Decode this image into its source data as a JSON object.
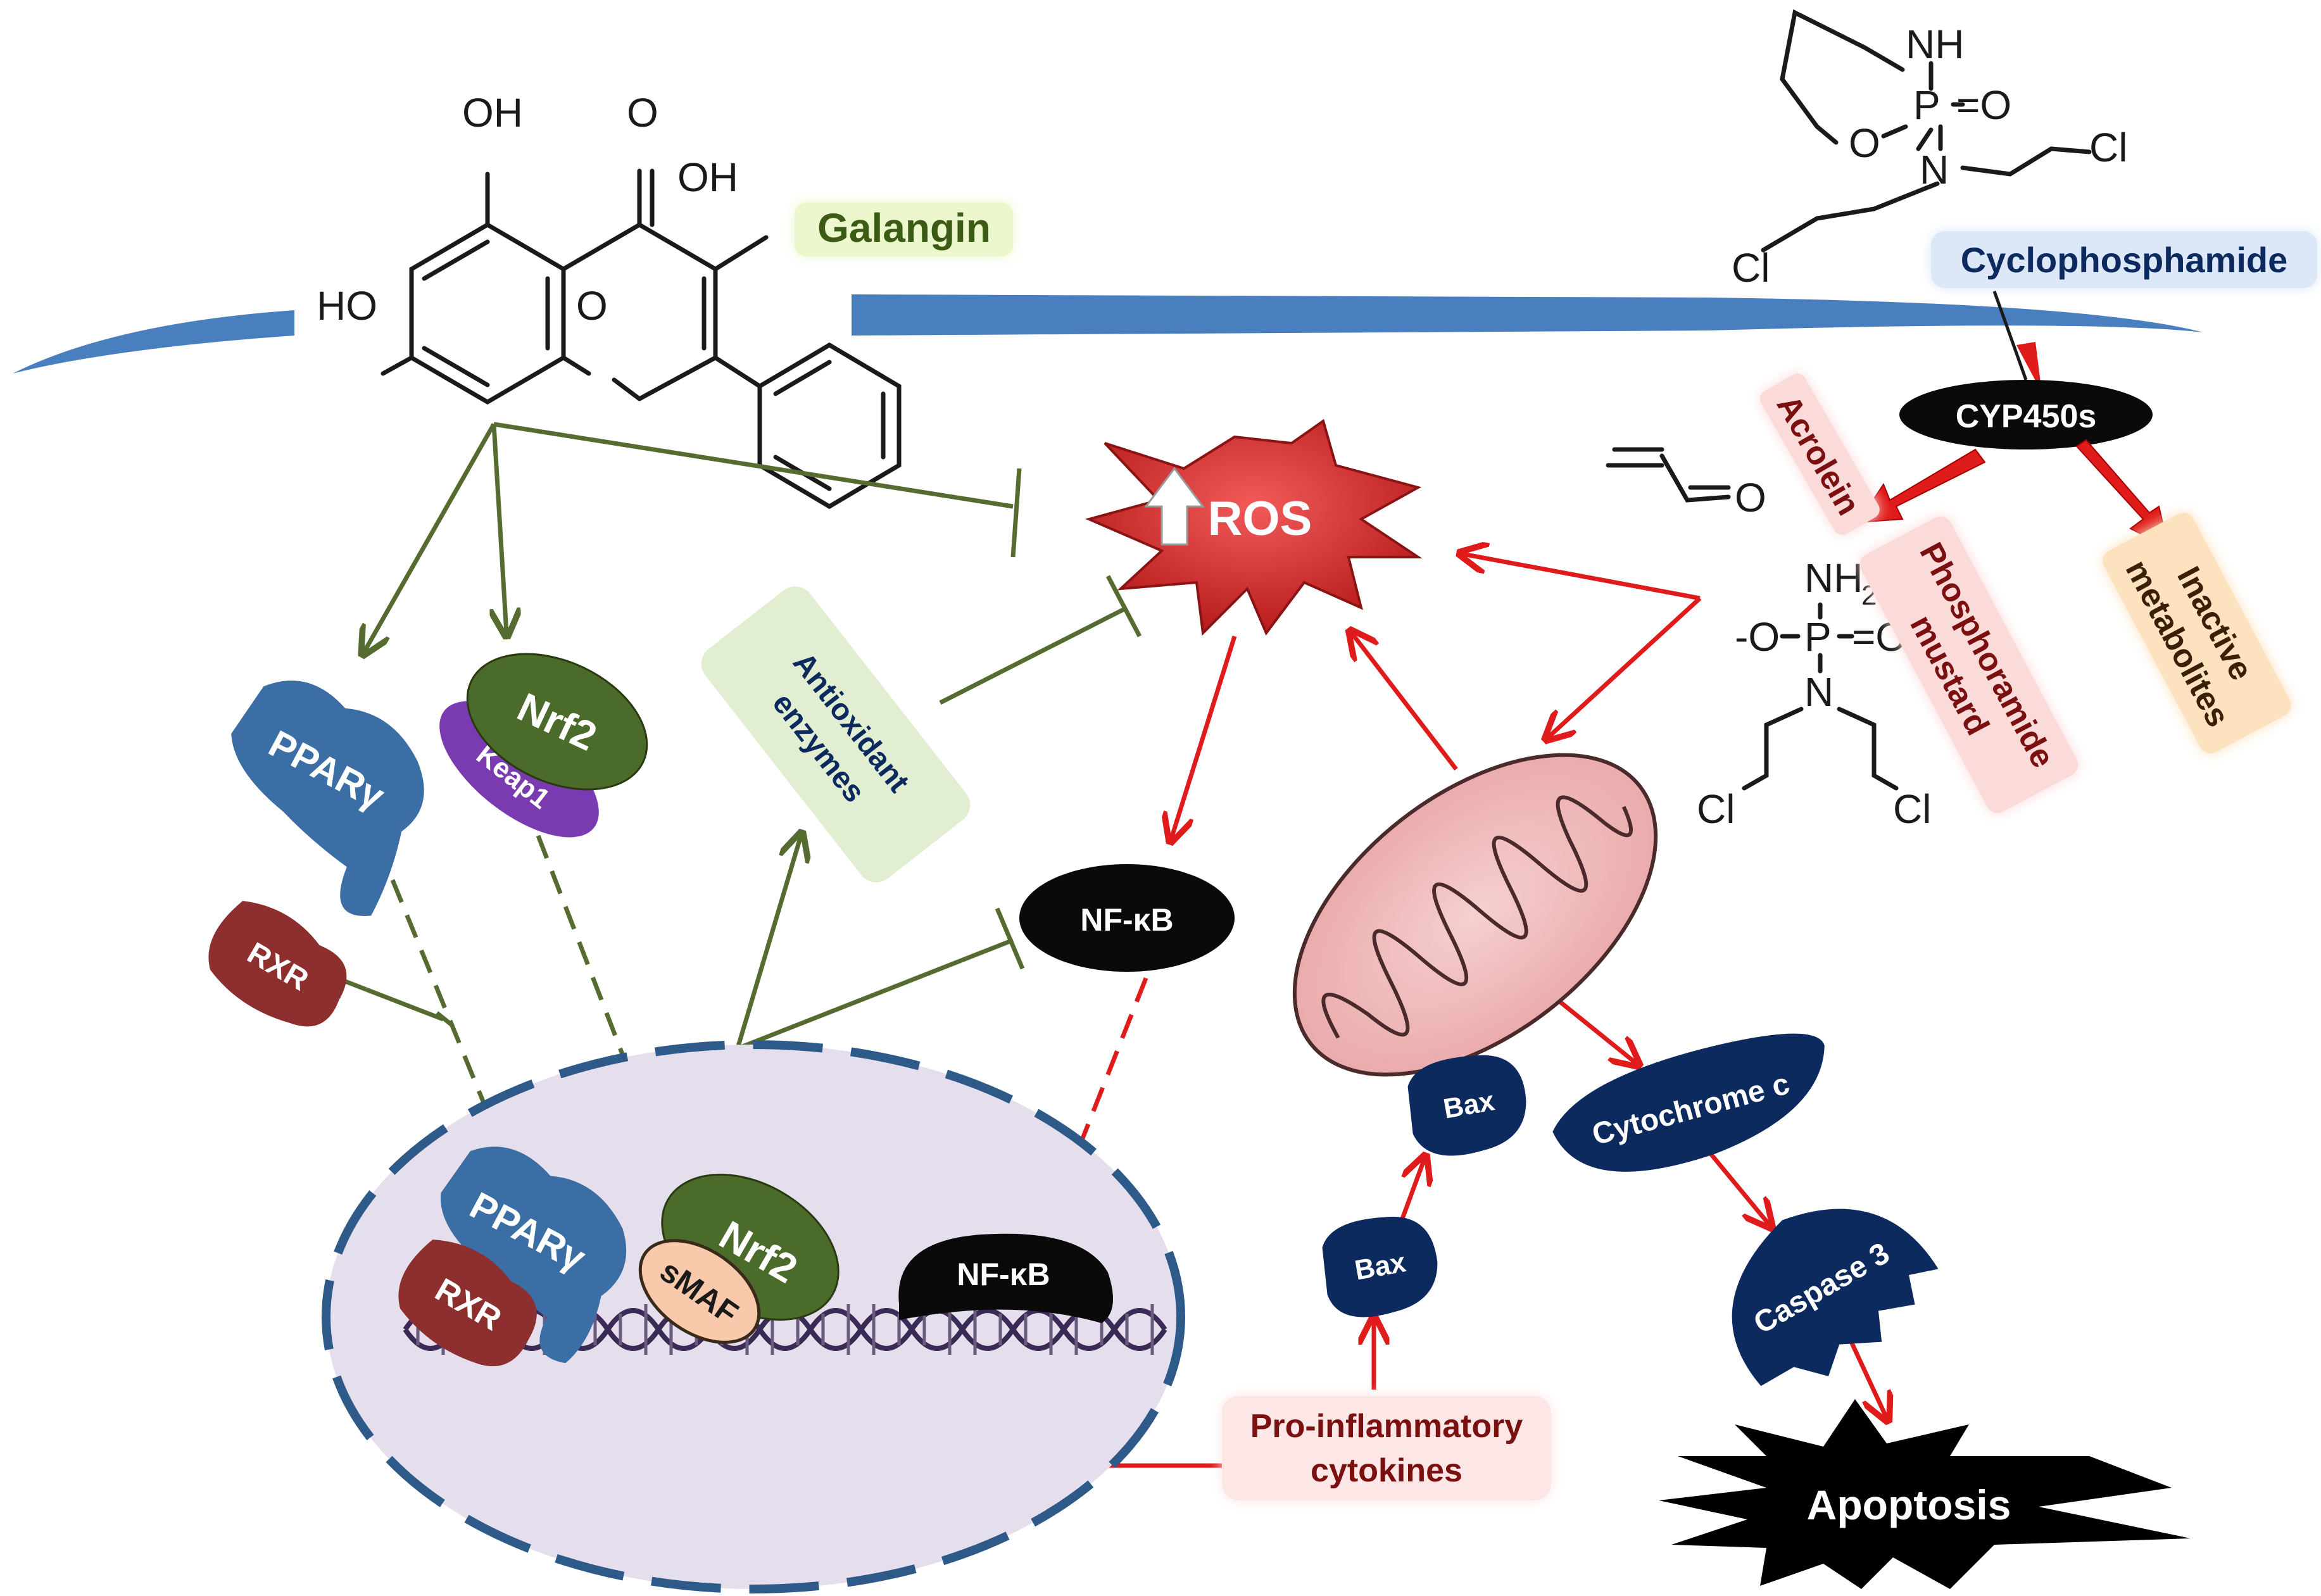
{
  "compounds": {
    "galangin": "Galangin",
    "cyclophosphamide": "Cyclophosphamide",
    "cyp450s": "CYP450s",
    "acrolein": "Acrolein",
    "inactive_line1": "Inactive",
    "inactive_line2": "metabolites",
    "phosphoramide_line1": "Phosphoramide",
    "phosphoramide_line2": "mustard"
  },
  "atoms": {
    "oh": "OH",
    "o": "O",
    "ho": "HO",
    "nh": "NH",
    "p": "P",
    "eq_o": "=O",
    "n": "N",
    "cl": "Cl",
    "nh2": "NH",
    "sub2": "2",
    "minus_o": "-O"
  },
  "cytoplasm": {
    "ros": "ROS",
    "antioxidant_line1": "Antioxidant",
    "antioxidant_line2": "enzymes",
    "nrf2": "Nrf2",
    "keap1": "Keap1",
    "ppar": "PPARγ",
    "rxr": "RXR",
    "nfkb": "NF-κB",
    "bax": "Bax",
    "cytochrome": "Cytochrome c",
    "caspase": "Caspase 3",
    "apoptosis": "Apoptosis",
    "cytokines_line1": "Pro-inflammatory",
    "cytokines_line2": "cytokines"
  },
  "nucleus": {
    "ppar": "PPARγ",
    "rxr": "RXR",
    "nrf2": "Nrf2",
    "smaf": "sMAF",
    "nfkb": "NF-κB"
  },
  "colors": {
    "membrane": "#4a7fbf",
    "inhibit": "#556b2f",
    "activate_red": "#e01b1b",
    "navy": "#0d2a5e",
    "nrf2_green": "#4b6b2a",
    "ppar_blue": "#3a6ea5",
    "rxr_red": "#8e2f2f",
    "keap1_purple": "#7a3bb0",
    "nucleus_fill": "#e4deed",
    "antiox_fill": "#e2eed2"
  }
}
